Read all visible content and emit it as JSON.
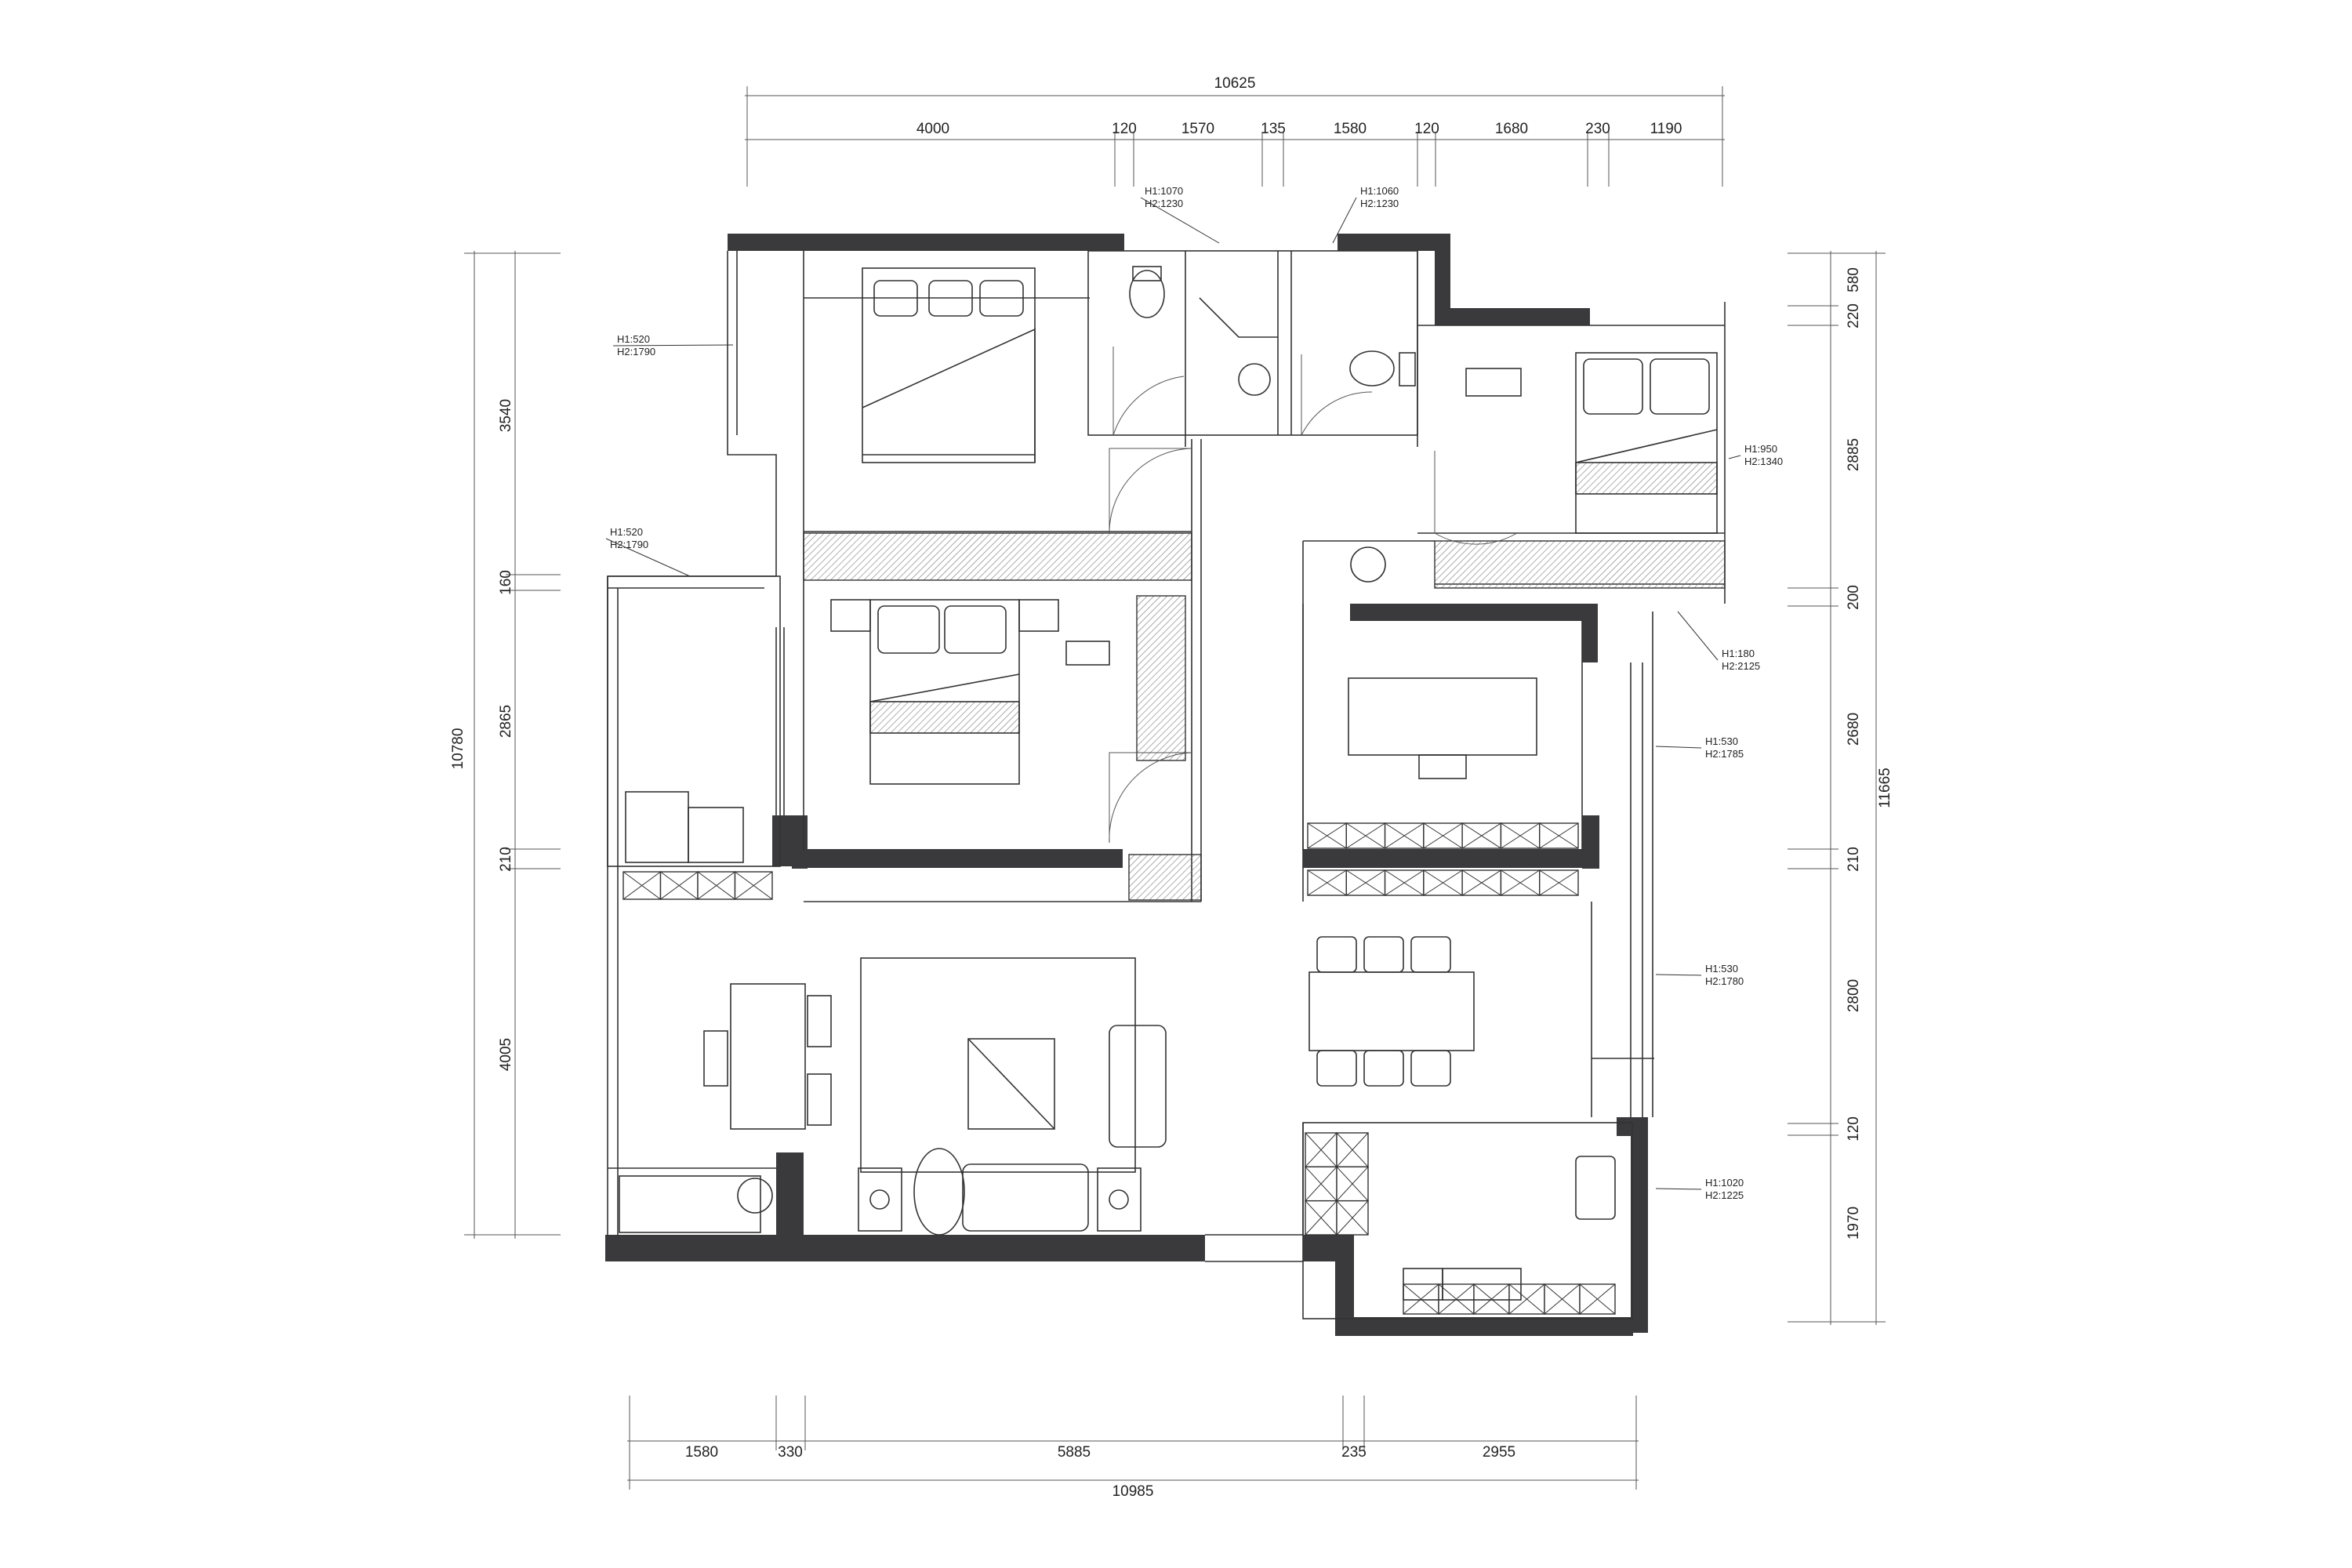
{
  "drawing": {
    "dims_top_total": "10625",
    "dims_top": [
      "4000",
      "120",
      "1570",
      "135",
      "1580",
      "120",
      "1680",
      "230",
      "1190"
    ],
    "dims_bottom": [
      "1580",
      "330",
      "5885",
      "235",
      "2955"
    ],
    "dims_bottom_total": "10985",
    "dims_left_total": "10780",
    "dims_left": [
      "3540",
      "160",
      "2865",
      "210",
      "4005"
    ],
    "dims_right_total": "11665",
    "dims_right": [
      "580",
      "220",
      "2885",
      "200",
      "2680",
      "210",
      "2800",
      "120",
      "1970"
    ],
    "window_notes": [
      {
        "h1": "H1:1070",
        "h2": "H2:1230"
      },
      {
        "h1": "H1:1060",
        "h2": "H2:1230"
      },
      {
        "h1": "H1:520",
        "h2": "H2:1790"
      },
      {
        "h1": "H1:520",
        "h2": "H2:1790"
      },
      {
        "h1": "H1:950",
        "h2": "H2:1340"
      },
      {
        "h1": "H1:180",
        "h2": "H2:2125"
      },
      {
        "h1": "H1:530",
        "h2": "H2:1785"
      },
      {
        "h1": "H1:530",
        "h2": "H2:1780"
      },
      {
        "h1": "H1:1020",
        "h2": "H2:1225"
      }
    ]
  }
}
